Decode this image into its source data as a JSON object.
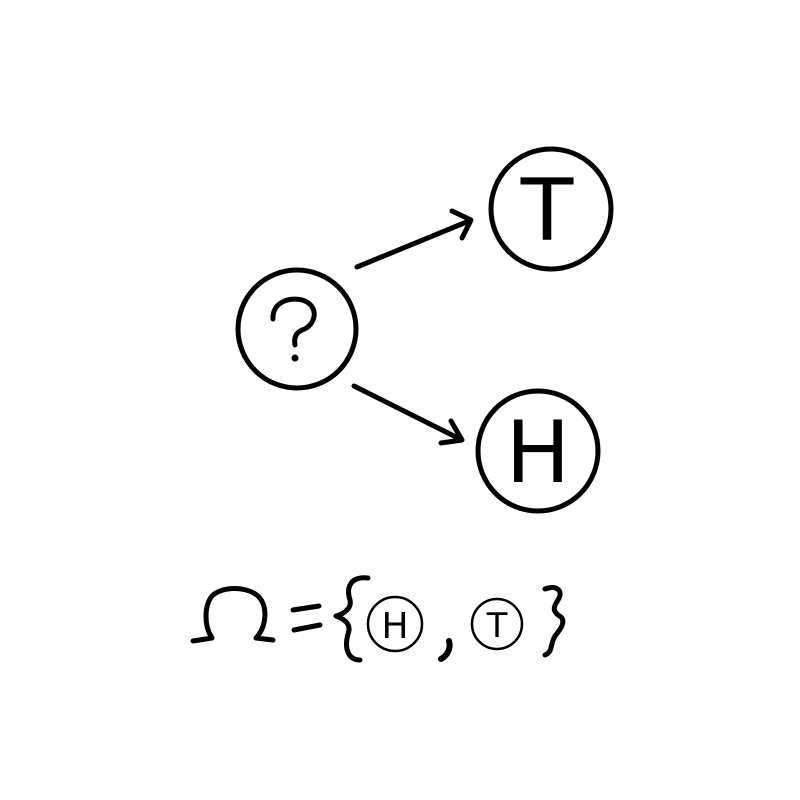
{
  "diagram": {
    "root": {
      "label": "?"
    },
    "outcomes": [
      {
        "label": "T"
      },
      {
        "label": "H"
      }
    ],
    "sample_space": {
      "omega": "Ω",
      "equals": "=",
      "open_brace": "{",
      "elements": [
        "H",
        "T"
      ],
      "separator": ",",
      "close_brace": "}"
    }
  },
  "colors": {
    "ink": "#000000",
    "background": "#ffffff"
  }
}
